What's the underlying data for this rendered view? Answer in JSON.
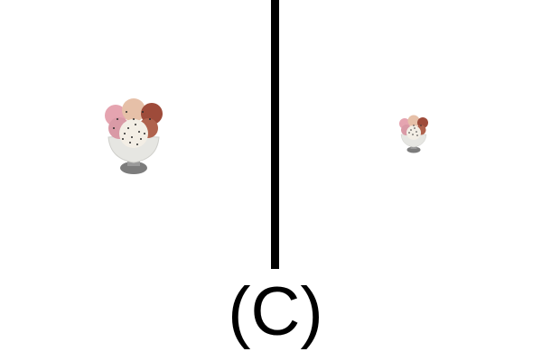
{
  "figure": {
    "label": "(C)"
  },
  "panels": [
    {
      "content": "ice-cream-sundae-icon",
      "relative_scale": "large"
    },
    {
      "content": "ice-cream-sundae-icon",
      "relative_scale": "small"
    }
  ],
  "colors": {
    "background": "#ffffff",
    "divider": "#000000",
    "scoop_pink": "#e8a7b2",
    "scoop_peach": "#e7c0a8",
    "scoop_brown": "#9b4a3a",
    "scoop_vanilla": "#f4efe6",
    "bowl": "#e9e9e6",
    "stem": "#8a8a8a"
  }
}
